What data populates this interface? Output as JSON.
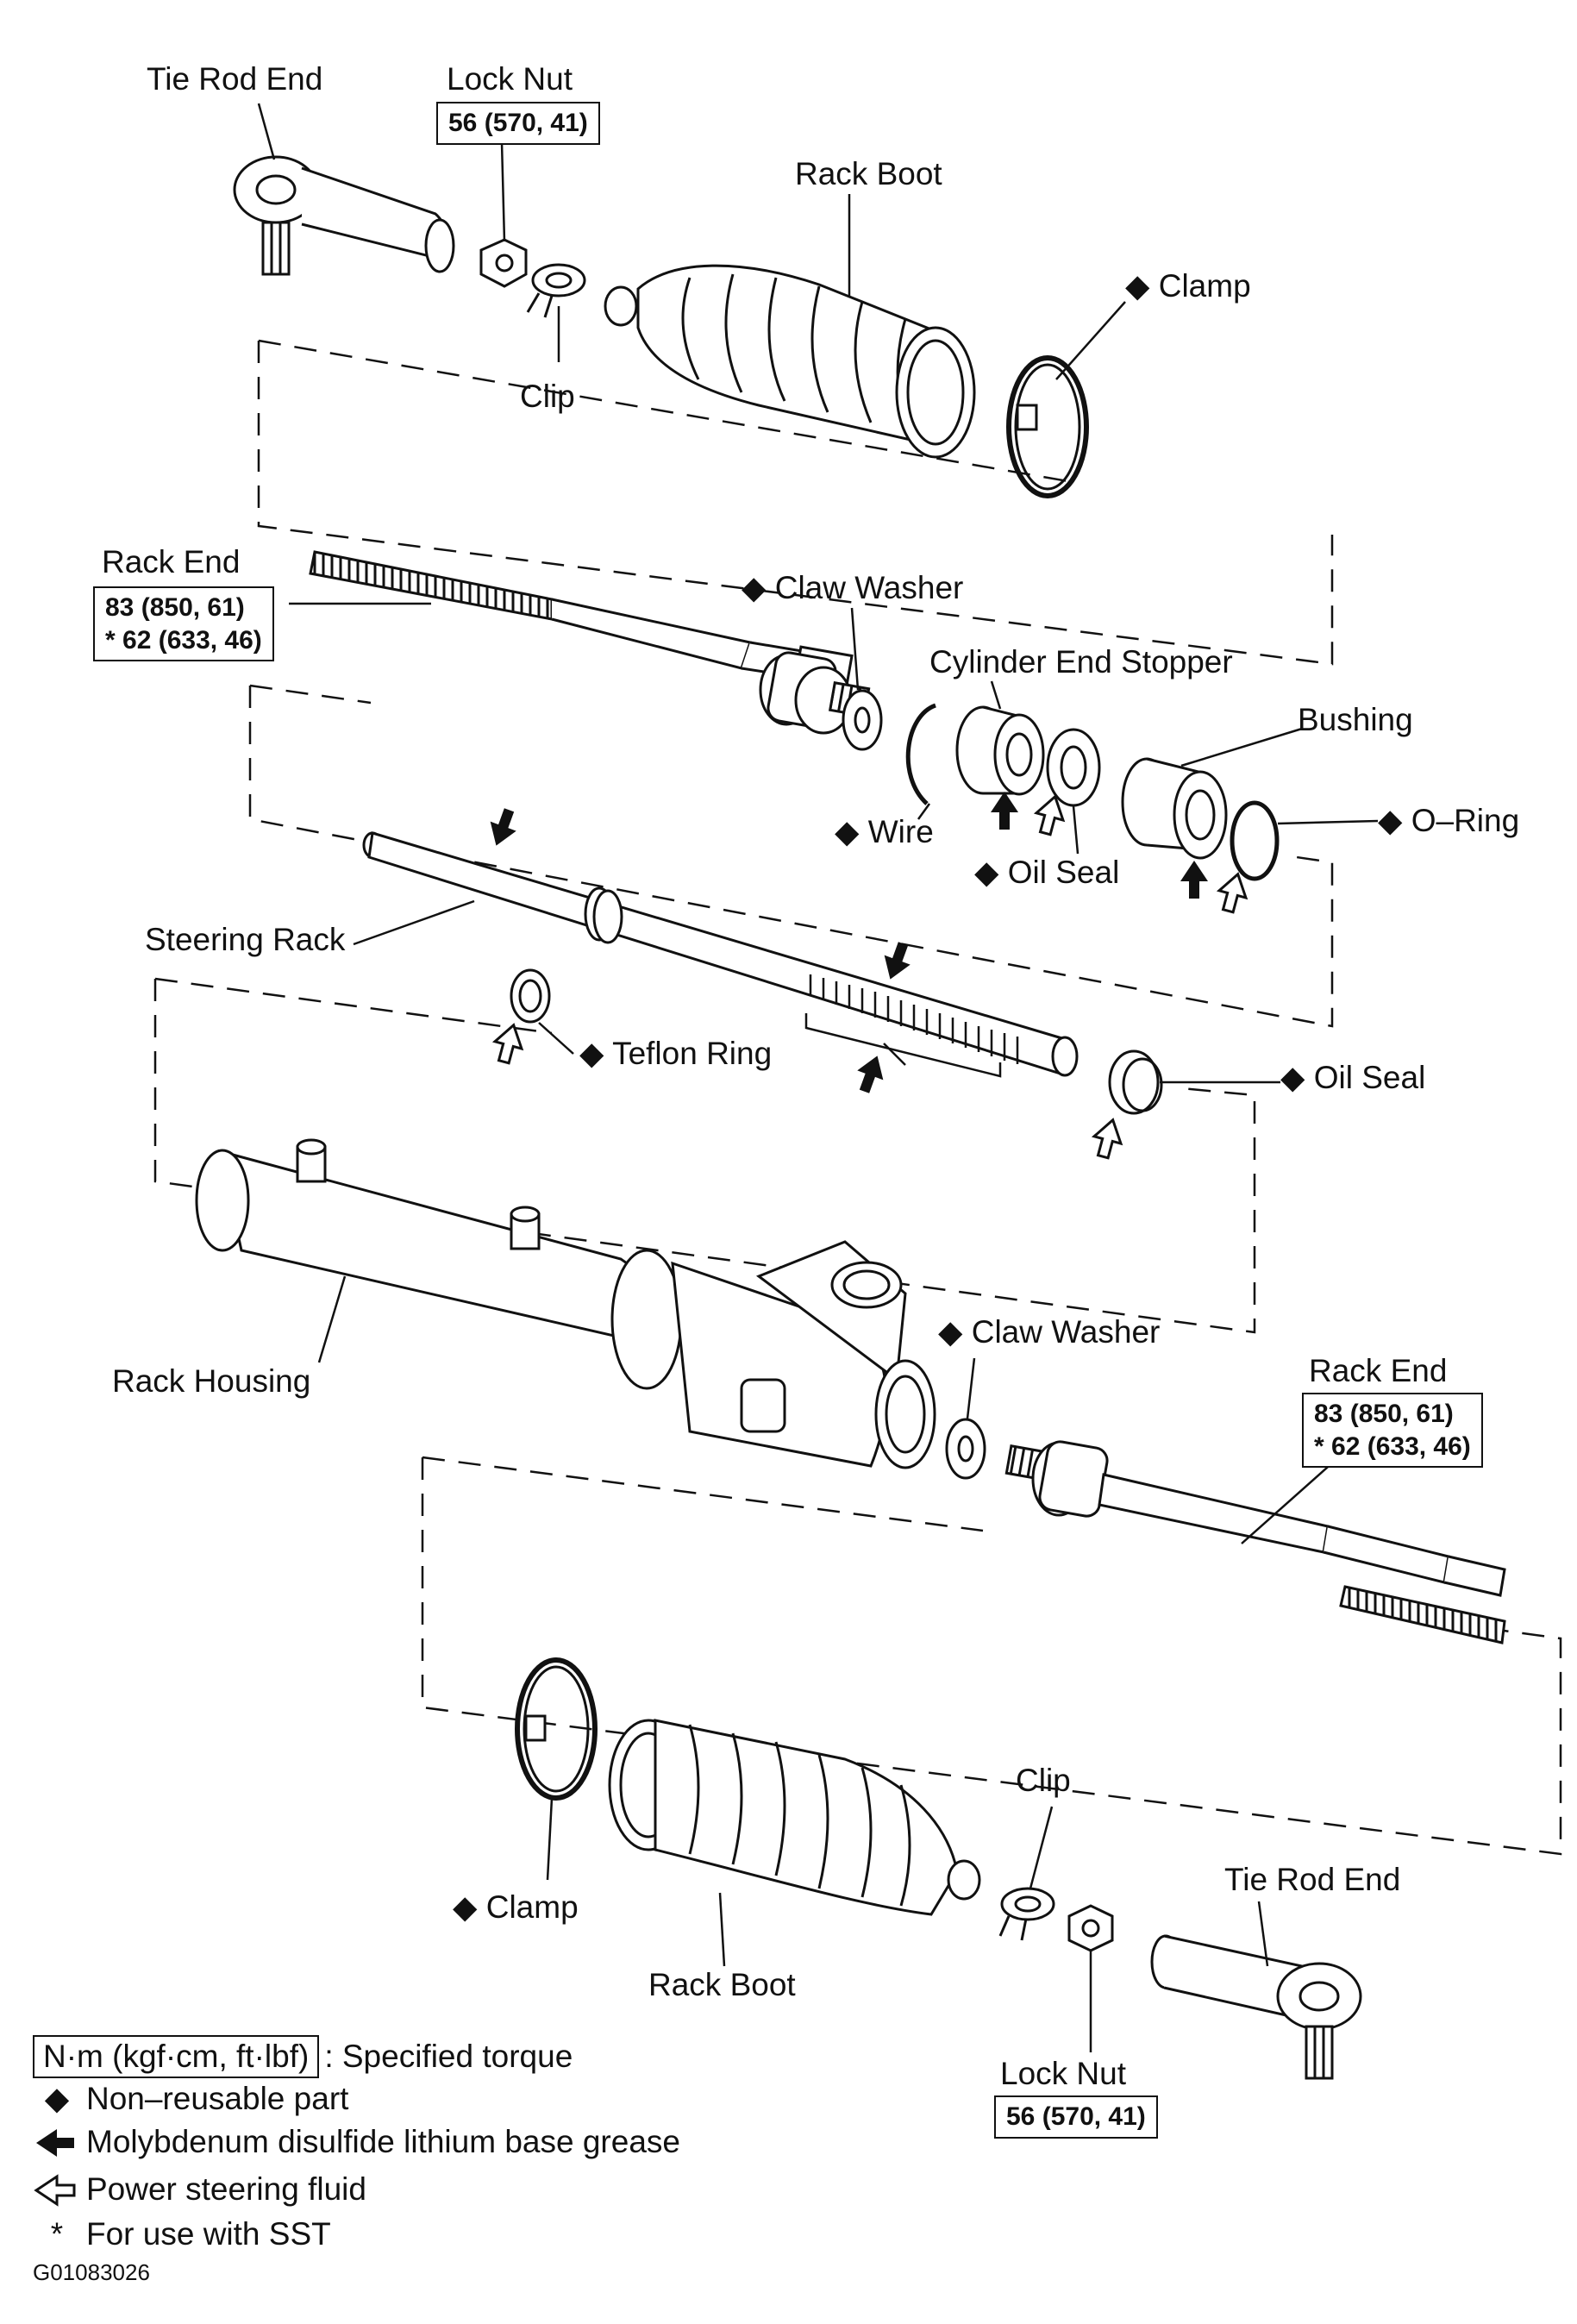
{
  "labels": {
    "tie_rod_end_top": "Tie Rod End",
    "lock_nut_top": "Lock Nut",
    "lock_nut_top_torque": "56 (570, 41)",
    "rack_boot_top": "Rack Boot",
    "clamp_top": "◆ Clamp",
    "clip_top": "Clip",
    "rack_end_left": "Rack End",
    "rack_end_left_torque_1": "83 (850, 61)",
    "rack_end_left_torque_2": "* 62 (633, 46)",
    "claw_washer_top": "◆ Claw Washer",
    "cylinder_end_stopper": "Cylinder End Stopper",
    "bushing": "Bushing",
    "o_ring": "◆ O–Ring",
    "wire": "◆ Wire",
    "oil_seal_mid": "◆ Oil Seal",
    "steering_rack": "Steering Rack",
    "teflon_ring": "◆ Teflon Ring",
    "oil_seal_right": "◆ Oil Seal",
    "claw_washer_bottom": "◆ Claw Washer",
    "rack_housing": "Rack Housing",
    "rack_end_right": "Rack End",
    "rack_end_right_torque_1": "83 (850, 61)",
    "rack_end_right_torque_2": "* 62 (633, 46)",
    "clip_bottom": "Clip",
    "tie_rod_end_bottom": "Tie Rod End",
    "clamp_bottom": "◆ Clamp",
    "rack_boot_bottom": "Rack Boot",
    "lock_nut_bottom": "Lock Nut",
    "lock_nut_bottom_torque": "56 (570, 41)"
  },
  "legend": {
    "torque_units": "N·m (kgf·cm, ft·lbf)",
    "torque_desc": ": Specified torque",
    "non_reusable_symbol": "◆",
    "non_reusable": "Non–reusable part",
    "grease": "Molybdenum disulfide lithium base grease",
    "fluid": "Power steering fluid",
    "sst_symbol": "*",
    "sst": "For use with SST"
  },
  "figure_id": "G01083026"
}
